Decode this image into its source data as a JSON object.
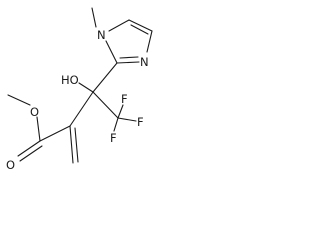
{
  "structure": {
    "atoms": {
      "ring_n_methyl": "N",
      "ring_n_imine": "N",
      "hydroxyl": "HO",
      "fluorine_1": "F",
      "fluorine_2": "F",
      "fluorine_3": "F",
      "ester_o_single": "O",
      "ester_o_double": "O"
    }
  }
}
